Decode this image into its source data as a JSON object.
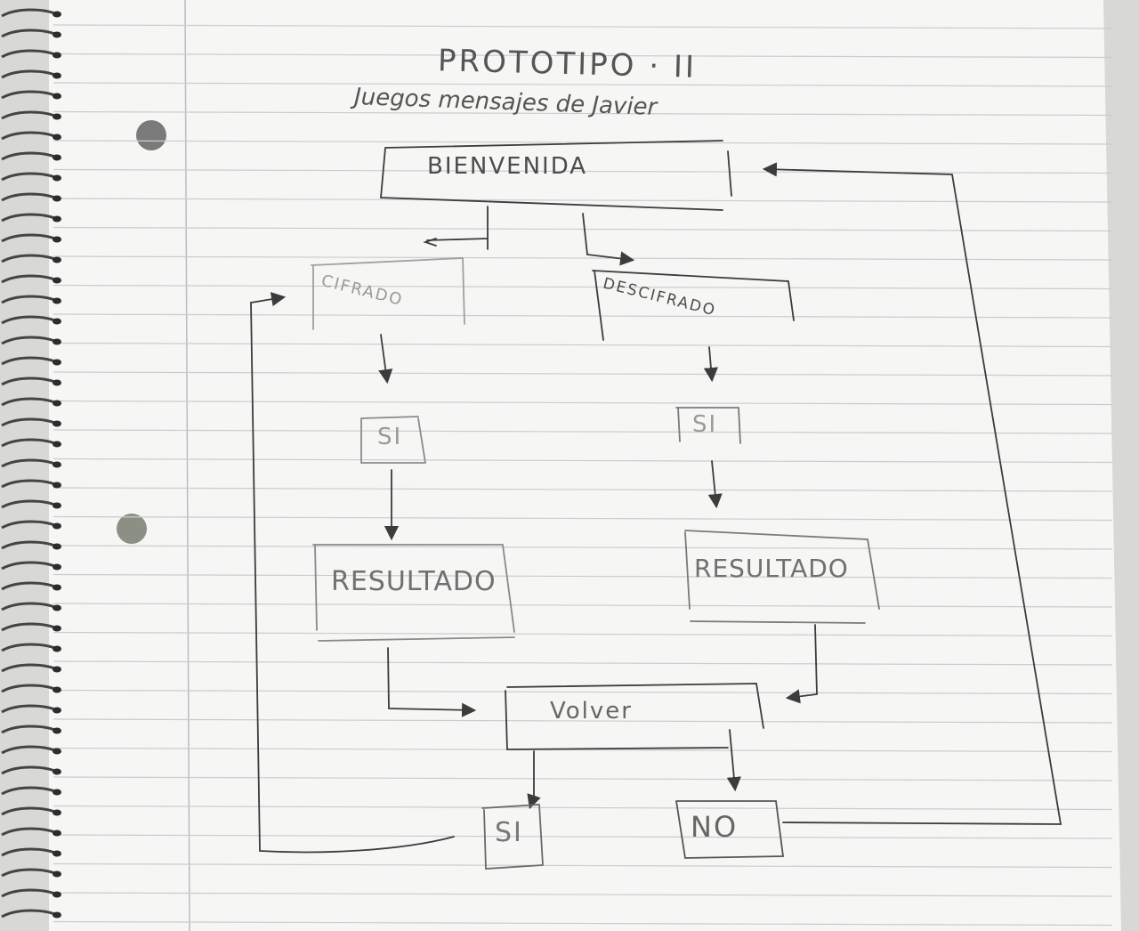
{
  "title": "PROTOTIPO · II",
  "subtitle": "Juegos mensajes de Javier",
  "nodes": {
    "welcome": "BIENVENIDA",
    "encode": "CIFRADO",
    "decode": "DESCIFRADO",
    "yes_left": "SI",
    "yes_right": "SI",
    "result_left": "RESULTADO",
    "result_right": "RESULTADO",
    "back": "Volver",
    "final_yes": "SI",
    "final_no": "NO"
  },
  "colors": {
    "paper": "#f6f6f4",
    "rule_line": "#c9ccd2",
    "pencil": "#3c3c3c",
    "margin": "#b9bcc4"
  }
}
